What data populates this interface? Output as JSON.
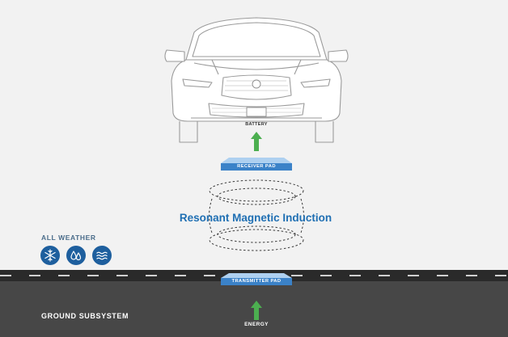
{
  "diagram": {
    "headline": "Resonant Magnetic Induction",
    "car_label": "BATTERY",
    "receiver_pad_label": "RECEIVER PAD",
    "transmitter_pad_label": "TRANSMITTER PAD",
    "energy_label": "ENERGY",
    "ground_subsystem_label": "GROUND SUBSYSTEM",
    "all_weather": {
      "title": "ALL WEATHER",
      "icons": [
        "snowflake-icon",
        "rain-drops-icon",
        "water-waves-icon"
      ]
    }
  },
  "colors": {
    "background": "#f2f2f2",
    "road": "#2a2a2a",
    "ground": "#474747",
    "headline_blue": "#1f6fb3",
    "pad_blue": "#3b82c8",
    "arrow_green": "#4caf50",
    "weather_icon_bg": "#1e5f9e",
    "weather_title": "#4a6c8a"
  }
}
